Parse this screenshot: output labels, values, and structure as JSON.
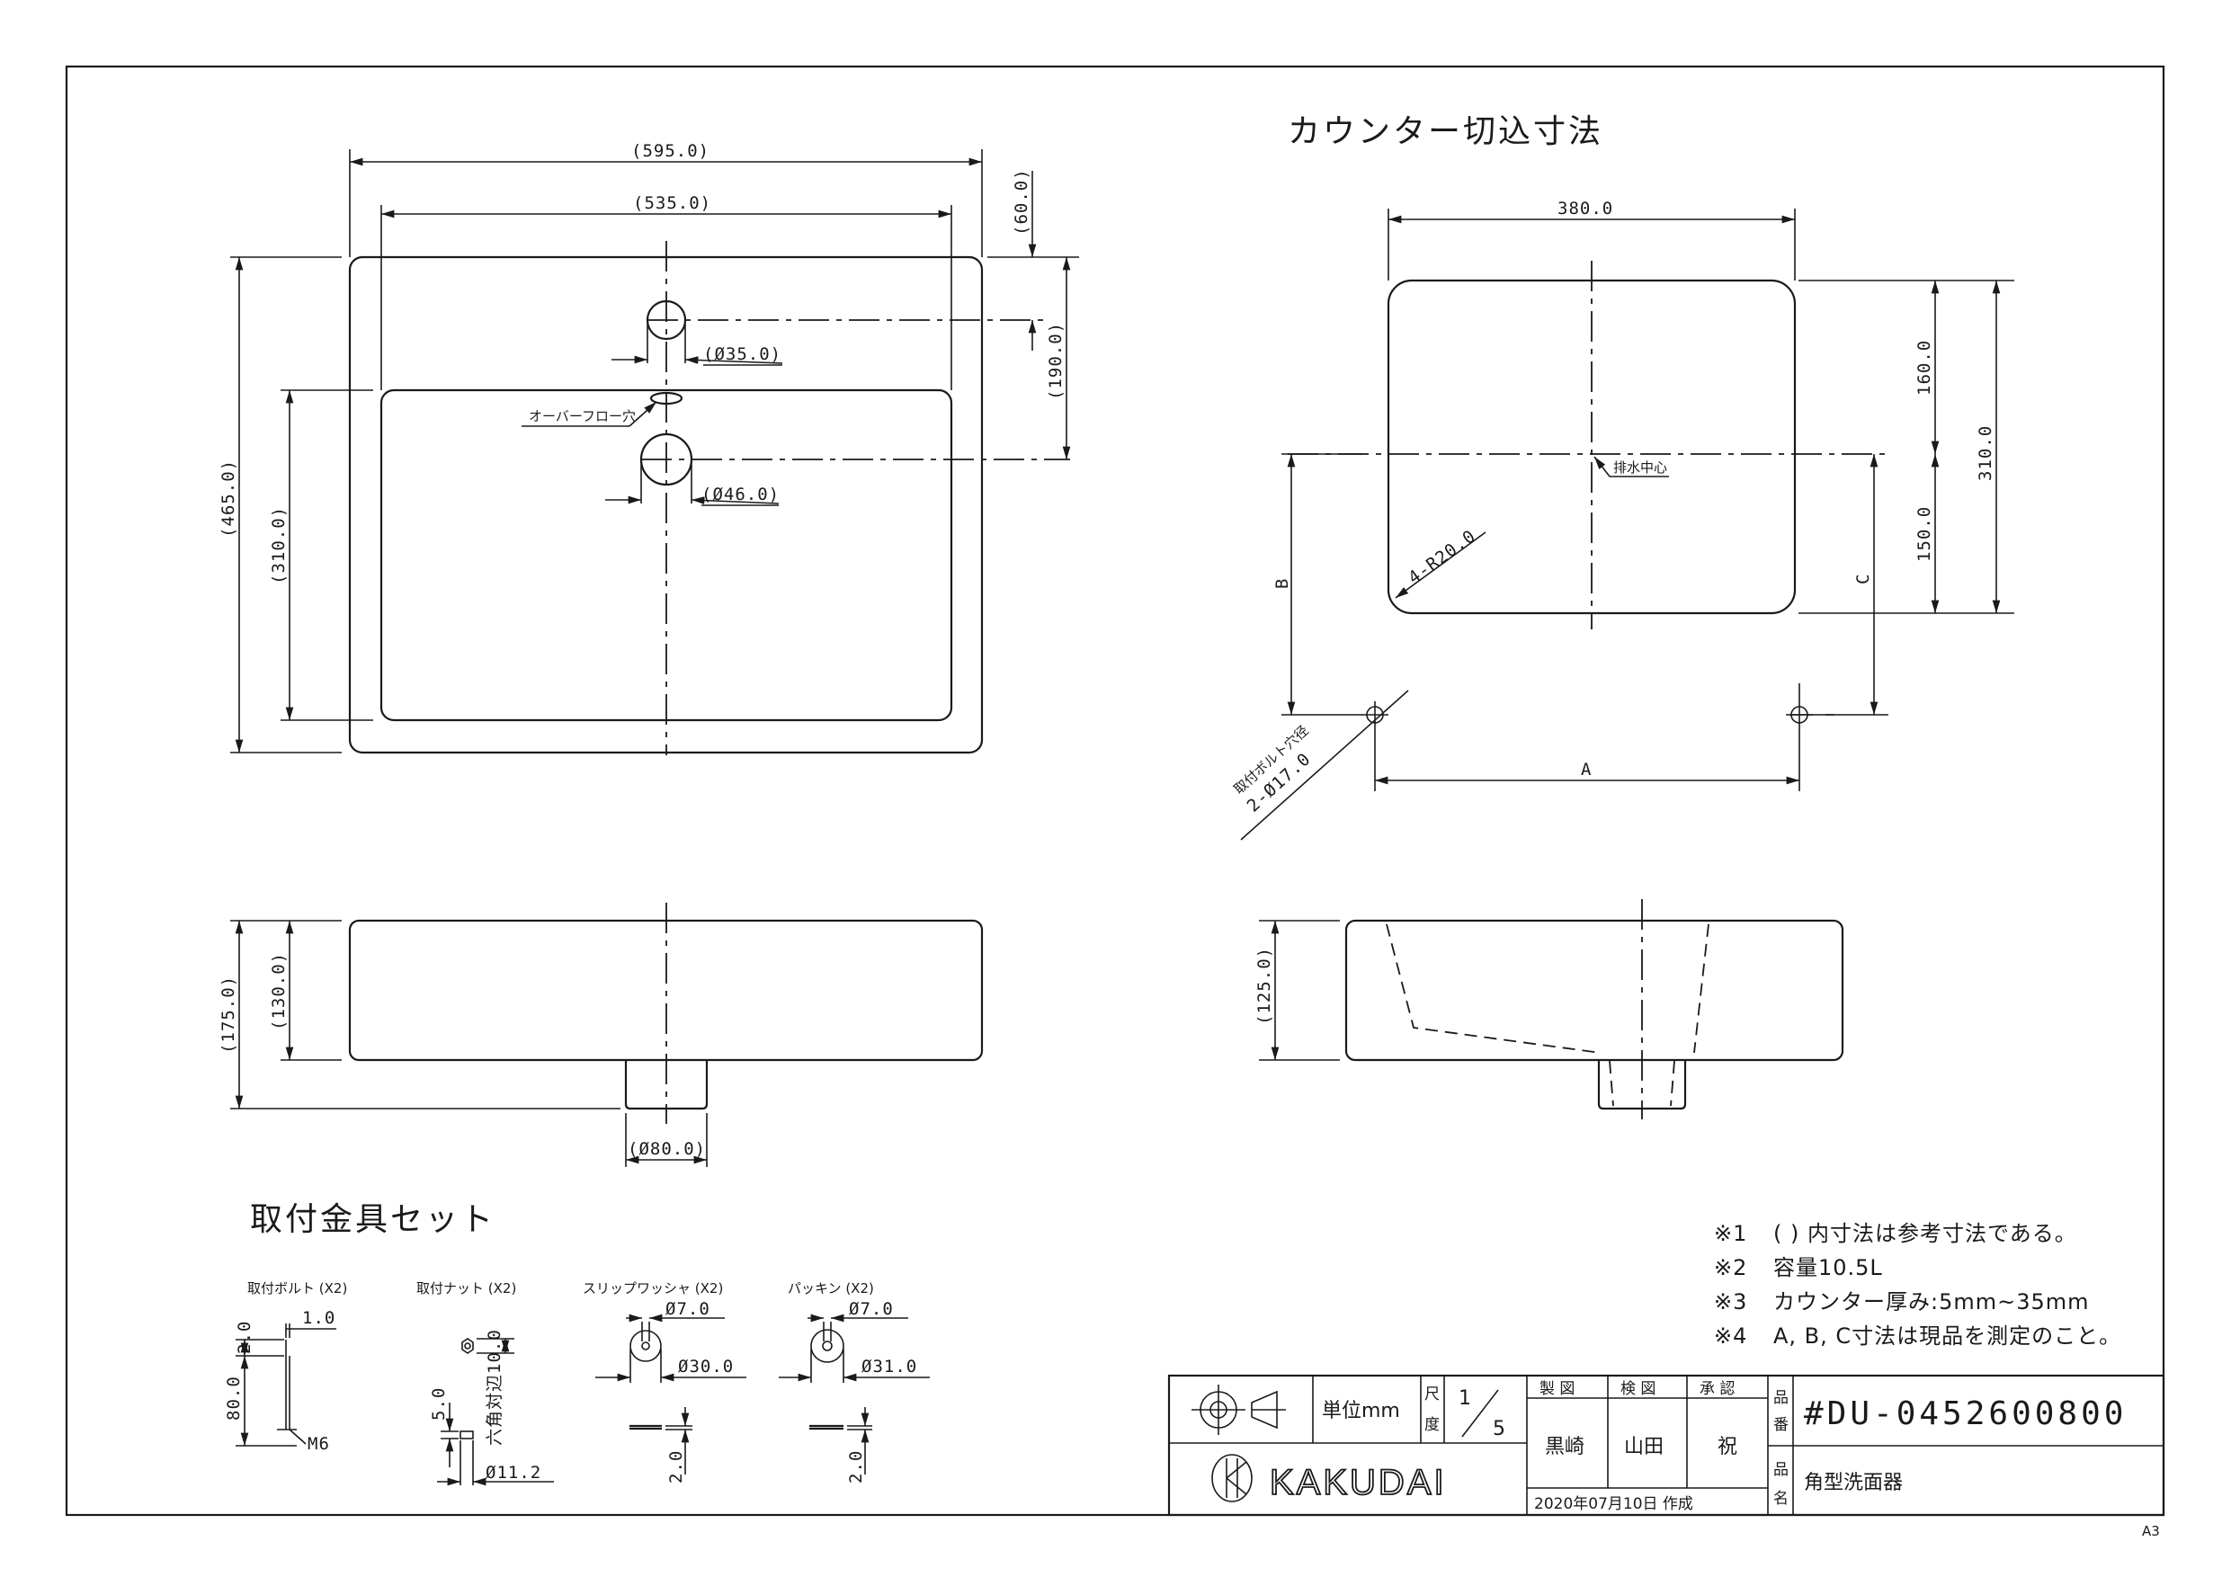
{
  "top_view": {
    "outer_width": "(595.0)",
    "inner_width": "(535.0)",
    "overall_depth": "(465.0)",
    "basin_depth": "(310.0)",
    "faucet_offset": "(60.0)",
    "drain_offset": "(190.0)",
    "faucet_hole": "(Ø35.0)",
    "drain_hole": "(Ø46.0)",
    "overflow_label": "オーバーフロー穴"
  },
  "front_view": {
    "total_height": "(175.0)",
    "body_height": "(130.0)",
    "outlet_dia": "(Ø80.0)"
  },
  "side_view": {
    "height": "(125.0)"
  },
  "cutout": {
    "title": "カウンター切込寸法",
    "width": "380.0",
    "upper": "160.0",
    "lower": "150.0",
    "total": "310.0",
    "corner": "4-R20.0",
    "drain_center": "排水中心",
    "label_a": "A",
    "label_b": "B",
    "label_c": "C",
    "bolt_hole_1": "取付ボルト穴径",
    "bolt_hole_2": "2-Ø17.0"
  },
  "hardware": {
    "title": "取付金具セット",
    "bolt": {
      "label": "取付ボルト (X2)",
      "d1": "1.0",
      "d2": "2.0",
      "d3": "80.0",
      "d4": "M6"
    },
    "nut": {
      "label": "取付ナット (X2)",
      "d1": "5.0",
      "d2": "六角対辺10.0",
      "d3": "Ø11.2"
    },
    "washer": {
      "label": "スリップワッシャ (X2)",
      "d1": "Ø7.0",
      "d2": "Ø30.0",
      "d3": "2.0"
    },
    "packing": {
      "label": "パッキン (X2)",
      "d1": "Ø7.0",
      "d2": "Ø31.0",
      "d3": "2.0"
    }
  },
  "notes": [
    {
      "mark": "※1",
      "text": "( ) 内寸法は参考寸法である。"
    },
    {
      "mark": "※2",
      "text": "容量10.5L"
    },
    {
      "mark": "※3",
      "text": "カウンター厚み:5mm~35mm"
    },
    {
      "mark": "※4",
      "text": "A, B, C寸法は現品を測定のこと。"
    }
  ],
  "title_block": {
    "unit": "単位mm",
    "scale_label_1": "尺",
    "scale_label_2": "度",
    "scale_num": "1",
    "scale_den": "5",
    "made_label": "製 図",
    "checked_label": "検 図",
    "approved_label": "承 認",
    "made_by": "黒崎",
    "checked_by": "山田",
    "approved_by": "祝",
    "date": "2020年07月10日 作成",
    "part_no_label_1": "品",
    "part_no_label_2": "番",
    "part_name_label_1": "品",
    "part_name_label_2": "名",
    "part_no": "#DU-0452600800",
    "part_name": "角型洗面器",
    "company": "KAKUDAI"
  },
  "sheet_size": "A3"
}
